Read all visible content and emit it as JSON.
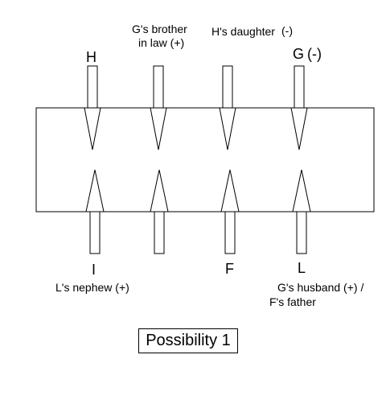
{
  "top_labels": {
    "g_brother_line1": "G's brother",
    "g_brother_line2": "in law (+)",
    "h_daughter": "H's daughter",
    "h_daughter_sign": "(-)"
  },
  "top_letters": {
    "h": "H",
    "g": "G",
    "g_sign": "(-)"
  },
  "bottom_letters": {
    "i": "I",
    "f": "F",
    "l": "L"
  },
  "bottom_labels": {
    "l_nephew": "L's nephew (+)",
    "g_husband": "G's husband (+) /",
    "f_father": "F's father"
  },
  "caption": "Possibility 1"
}
